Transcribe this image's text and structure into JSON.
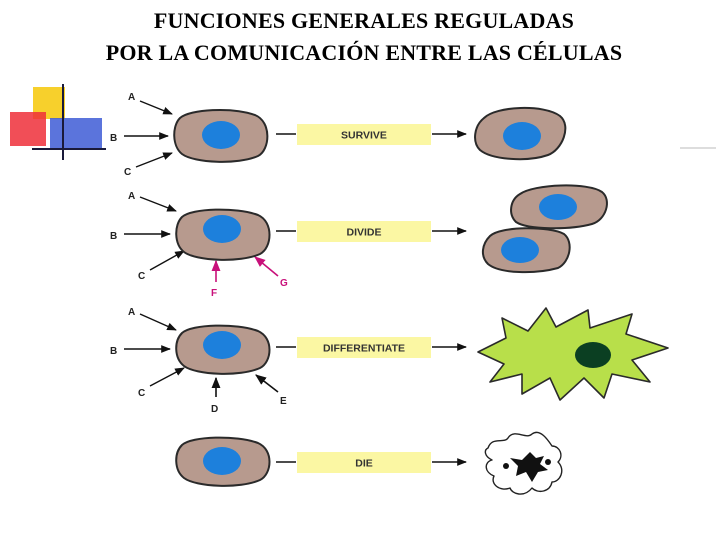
{
  "title": {
    "line1": "FUNCIONES GENERALES REGULADAS",
    "line2": "POR LA COMUNICACIÓN ENTRE LAS CÉLULAS"
  },
  "colors": {
    "cell_fill": "#b79a8e",
    "nucleus": "#1d80dc",
    "fate_box": "#fbf7a3",
    "differentiated_fill": "#b8df4a",
    "differentiated_nucleus": "#0b3f22",
    "magenta_signal": "#c8107a",
    "deco_yellow": "#f7d02c",
    "deco_red": "#ef2f3a",
    "deco_blue": "#3e5cd6"
  },
  "rows": [
    {
      "fate": "SURVIVE",
      "signals": [
        {
          "label": "A",
          "color": "dark"
        },
        {
          "label": "B",
          "color": "dark"
        },
        {
          "label": "C",
          "color": "dark"
        }
      ]
    },
    {
      "fate": "DIVIDE",
      "signals": [
        {
          "label": "A",
          "color": "dark"
        },
        {
          "label": "B",
          "color": "dark"
        },
        {
          "label": "C",
          "color": "dark"
        },
        {
          "label": "F",
          "color": "magenta"
        },
        {
          "label": "G",
          "color": "magenta"
        }
      ]
    },
    {
      "fate": "DIFFERENTIATE",
      "signals": [
        {
          "label": "A",
          "color": "dark"
        },
        {
          "label": "B",
          "color": "dark"
        },
        {
          "label": "C",
          "color": "dark"
        },
        {
          "label": "D",
          "color": "dark"
        },
        {
          "label": "E",
          "color": "dark"
        }
      ]
    },
    {
      "fate": "DIE",
      "signals": []
    }
  ]
}
